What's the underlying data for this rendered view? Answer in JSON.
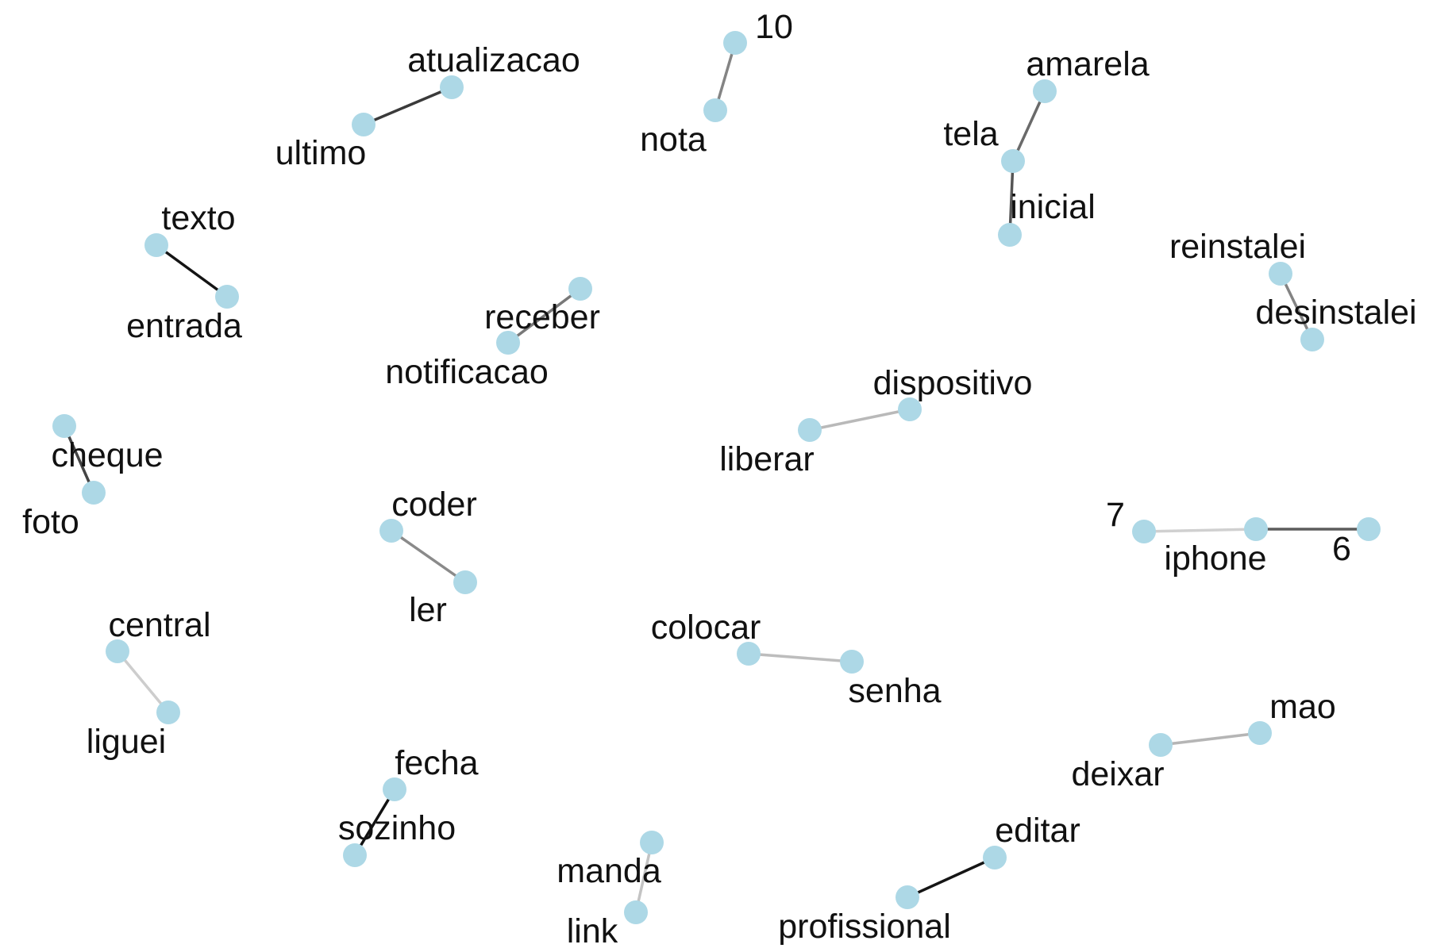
{
  "colors": {
    "background": "#ffffff",
    "node": "#add8e6",
    "label": "#111111"
  },
  "nodes": [
    {
      "id": "10"
    },
    {
      "id": "nota"
    },
    {
      "id": "atualizacao"
    },
    {
      "id": "ultimo"
    },
    {
      "id": "amarela"
    },
    {
      "id": "tela"
    },
    {
      "id": "inicial"
    },
    {
      "id": "texto"
    },
    {
      "id": "entrada"
    },
    {
      "id": "reinstalei"
    },
    {
      "id": "desinstalei"
    },
    {
      "id": "receber"
    },
    {
      "id": "notificacao"
    },
    {
      "id": "dispositivo"
    },
    {
      "id": "liberar"
    },
    {
      "id": "cheque"
    },
    {
      "id": "foto"
    },
    {
      "id": "coder"
    },
    {
      "id": "ler"
    },
    {
      "id": "7"
    },
    {
      "id": "iphone"
    },
    {
      "id": "6"
    },
    {
      "id": "central"
    },
    {
      "id": "liguei"
    },
    {
      "id": "colocar"
    },
    {
      "id": "senha"
    },
    {
      "id": "mao"
    },
    {
      "id": "deixar"
    },
    {
      "id": "fecha"
    },
    {
      "id": "sozinho"
    },
    {
      "id": "editar"
    },
    {
      "id": "profissional"
    },
    {
      "id": "manda"
    },
    {
      "id": "link"
    }
  ],
  "edges": [
    {
      "source": "nota",
      "target": "10",
      "color": "#848484"
    },
    {
      "source": "ultimo",
      "target": "atualizacao",
      "color": "#3a3a3a"
    },
    {
      "source": "tela",
      "target": "amarela",
      "color": "#6a6a6a"
    },
    {
      "source": "tela",
      "target": "inicial",
      "color": "#555555"
    },
    {
      "source": "texto",
      "target": "entrada",
      "color": "#141414"
    },
    {
      "source": "reinstalei",
      "target": "desinstalei",
      "color": "#838383"
    },
    {
      "source": "notificacao",
      "target": "receber",
      "color": "#787878"
    },
    {
      "source": "liberar",
      "target": "dispositivo",
      "color": "#b9b9b9"
    },
    {
      "source": "cheque",
      "target": "foto",
      "color": "#444444"
    },
    {
      "source": "coder",
      "target": "ler",
      "color": "#8a8a8a"
    },
    {
      "source": "7",
      "target": "iphone",
      "color": "#d0d0d0"
    },
    {
      "source": "iphone",
      "target": "6",
      "color": "#5c5c5c"
    },
    {
      "source": "central",
      "target": "liguei",
      "color": "#cdcdcd"
    },
    {
      "source": "colocar",
      "target": "senha",
      "color": "#bdbdbd"
    },
    {
      "source": "deixar",
      "target": "mao",
      "color": "#b5b5b5"
    },
    {
      "source": "fecha",
      "target": "sozinho",
      "color": "#111111"
    },
    {
      "source": "profissional",
      "target": "editar",
      "color": "#151515"
    },
    {
      "source": "manda",
      "target": "link",
      "color": "#c3c3c3"
    }
  ]
}
